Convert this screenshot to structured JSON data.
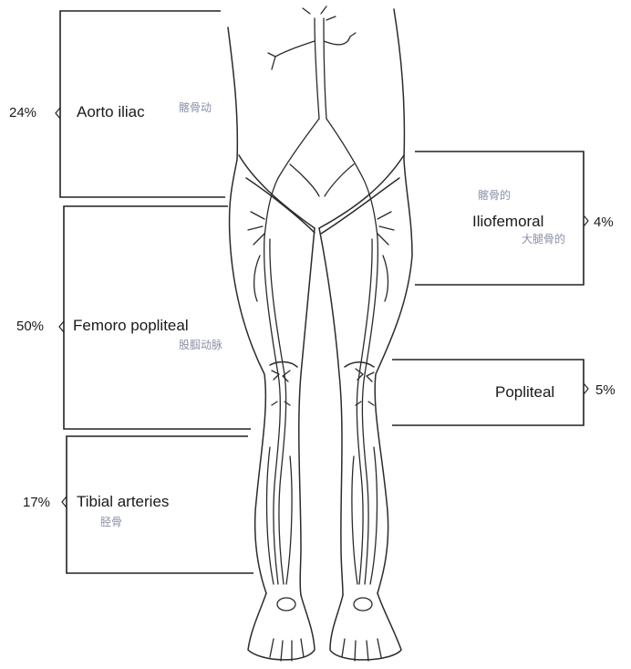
{
  "segments": {
    "aorto_iliac": {
      "percent": "24%",
      "label": "Aorto iliac",
      "note": "髂骨动"
    },
    "femoro_popliteal": {
      "percent": "50%",
      "label": "Femoro popliteal",
      "note": "股腘动脉"
    },
    "tibial": {
      "percent": "17%",
      "label": "Tibial arteries",
      "note": "胫骨"
    },
    "iliofemoral": {
      "percent": "4%",
      "label": "Iliofemoral",
      "note_1": "髂骨的",
      "note_2": "大腿骨的"
    },
    "popliteal": {
      "percent": "5%",
      "label": "Popliteal"
    }
  }
}
